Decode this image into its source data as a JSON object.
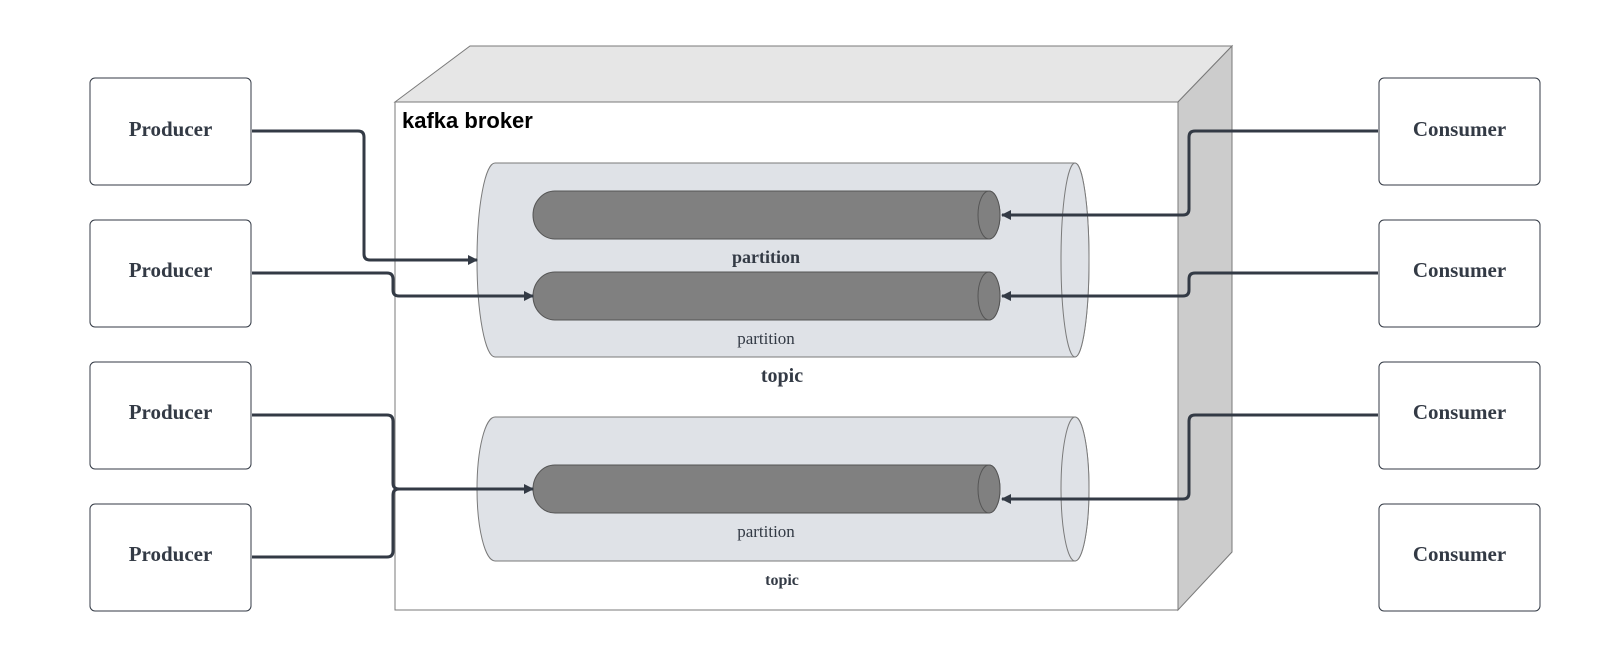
{
  "broker": {
    "title": "kafka broker"
  },
  "producers": [
    {
      "label": "Producer"
    },
    {
      "label": "Producer"
    },
    {
      "label": "Producer"
    },
    {
      "label": "Producer"
    }
  ],
  "consumers": [
    {
      "label": "Consumer"
    },
    {
      "label": "Consumer"
    },
    {
      "label": "Consumer"
    },
    {
      "label": "Consumer"
    }
  ],
  "topics": [
    {
      "label": "topic",
      "partitions": [
        {
          "label": "partition"
        },
        {
          "label": "partition"
        }
      ]
    },
    {
      "label": "topic",
      "partitions": [
        {
          "label": "partition"
        }
      ]
    }
  ],
  "colors": {
    "connector": "#333a45",
    "box_border": "#333a45",
    "broker_top": "#e6e6e6",
    "broker_side": "#cccccc",
    "topic_fill": "#dfe2e7",
    "partition_fill": "#808080"
  }
}
